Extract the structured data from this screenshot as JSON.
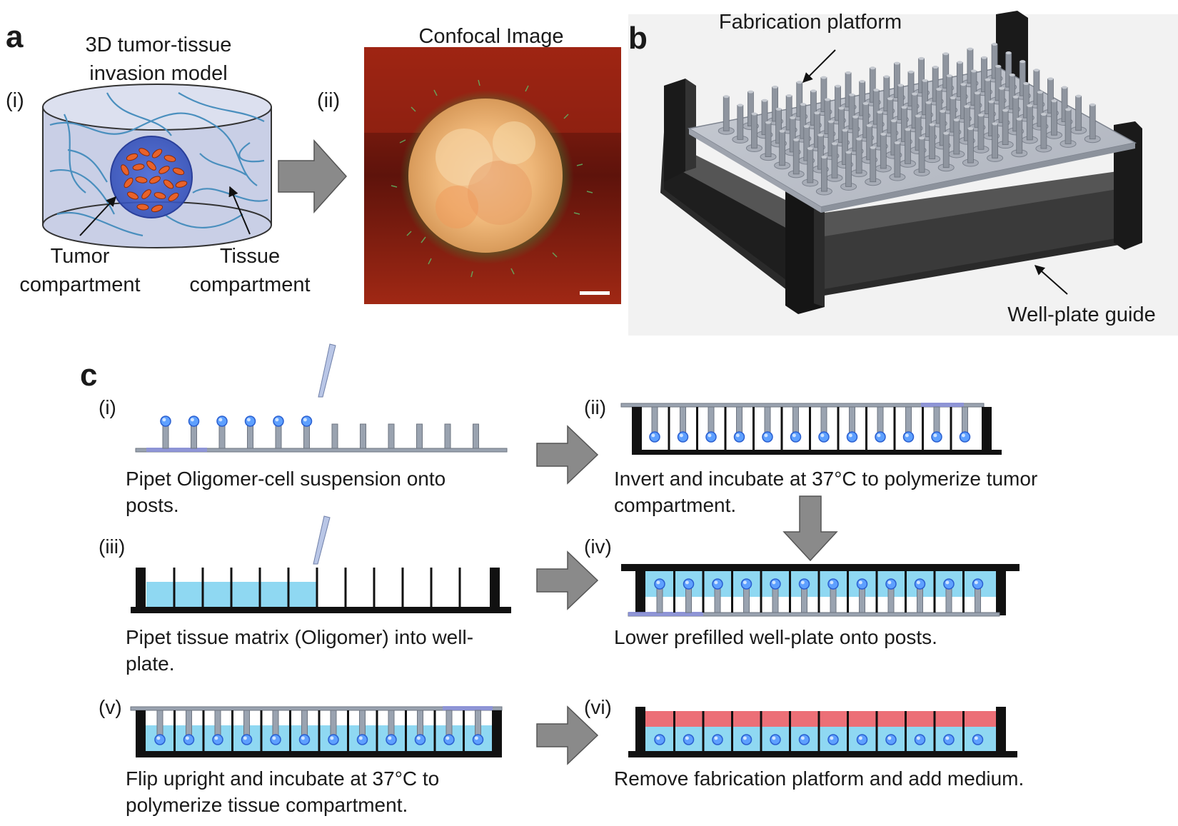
{
  "panel_a": {
    "letter": "a",
    "title_line1": "3D tumor-tissue",
    "title_line2": "invasion model",
    "sub_i": "(i)",
    "sub_ii": "(ii)",
    "confocal_title": "Confocal Image",
    "tumor_label_line1": "Tumor",
    "tumor_label_line2": "compartment",
    "tissue_label_line1": "Tissue",
    "tissue_label_line2": "compartment"
  },
  "panel_b": {
    "letter": "b",
    "platform_label": "Fabrication platform",
    "guide_label": "Well-plate guide"
  },
  "panel_c": {
    "letter": "c",
    "steps": [
      {
        "tag": "(i)",
        "line1": "Pipet Oligomer-cell suspension onto",
        "line2": "posts."
      },
      {
        "tag": "(ii)",
        "line1": "Invert and incubate at 37°C to polymerize tumor",
        "line2": "compartment."
      },
      {
        "tag": "(iii)",
        "line1": "Pipet tissue matrix (Oligomer) into well-",
        "line2": "plate."
      },
      {
        "tag": "(iv)",
        "line1": "Lower prefilled well-plate onto posts.",
        "line2": ""
      },
      {
        "tag": "(v)",
        "line1": "Flip upright and incubate at 37°C to",
        "line2": "polymerize tissue compartment."
      },
      {
        "tag": "(vi)",
        "line1": "Remove fabrication platform and add medium.",
        "line2": ""
      }
    ]
  },
  "colors": {
    "gel_blue": "#8fd8f2",
    "medium_red": "#ec6f77",
    "post_gray": "#9aa3b0",
    "well_black": "#111111",
    "arrow_gray": "#8a8a8a",
    "cylinder_fill": "#c9cfe6",
    "tumor_orange": "#e8622a",
    "confocal_red": "#8a1a10"
  }
}
